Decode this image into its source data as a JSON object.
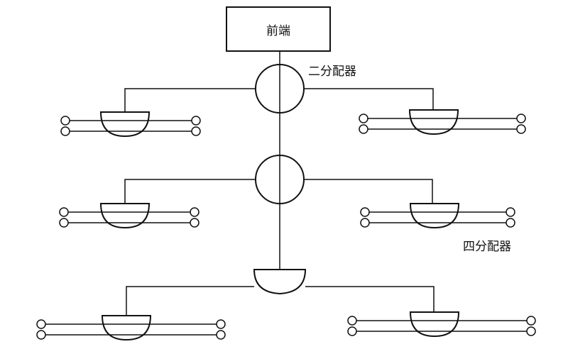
{
  "labels": {
    "head_end": "前端",
    "two_way_splitter": "二分配器",
    "four_way_splitter": "四分配器"
  },
  "colors": {
    "stroke": "#111111",
    "background": "#ffffff"
  }
}
